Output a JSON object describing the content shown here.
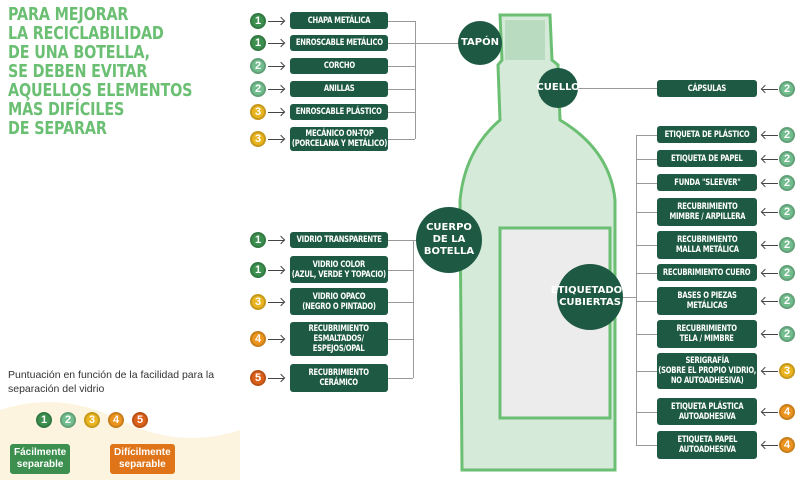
{
  "title": [
    "PARA MEJORAR",
    "LA RECICLABILIDAD",
    "DE UNA BOTELLA,",
    "SE DEBEN EVITAR",
    "AQUELLOS ELEMENTOS",
    "MÁS DIFÍCILES",
    "DE SEPARAR"
  ],
  "score_colors": {
    "1": "#3c8f4e",
    "2": "#72bd8d",
    "3": "#e9b420",
    "4": "#eb9420",
    "5": "#db611b"
  },
  "groups": {
    "tapon": {
      "label": "TAPÓN",
      "items": [
        {
          "label": "CHAPA METÁLICA",
          "score": 1
        },
        {
          "label": "ENROSCABLE METÁLICO",
          "score": 1
        },
        {
          "label": "CORCHO",
          "score": 2
        },
        {
          "label": "ANILLAS",
          "score": 2
        },
        {
          "label": "ENROSCABLE PLÁSTICO",
          "score": 3
        },
        {
          "label": "MECÁNICO ON-TOP\n(PORCELANA Y METÁLICO)",
          "score": 3
        }
      ]
    },
    "cuello": {
      "label": "CUELLO",
      "items": [
        {
          "label": "CÁPSULAS",
          "score": 2
        }
      ]
    },
    "cuerpo": {
      "label": "CUERPO\nDE LA\nBOTELLA",
      "items": [
        {
          "label": "VIDRIO TRANSPARENTE",
          "score": 1
        },
        {
          "label": "VIDRIO COLOR\n(AZUL, VERDE Y TOPACIO)",
          "score": 1
        },
        {
          "label": "VIDRIO OPACO\n(NEGRO O PINTADO)",
          "score": 3
        },
        {
          "label": "RECUBRIMIENTO\nESMALTADOS/\nESPEJOS/OPAL",
          "score": 4
        },
        {
          "label": "RECUBRIMIENTO\nCERÁMICO",
          "score": 5
        }
      ]
    },
    "etiquetado": {
      "label": "ETIQUETADO /\nCUBIERTAS",
      "items": [
        {
          "label": "ETIQUETA DE PLÁSTICO",
          "score": 2
        },
        {
          "label": "ETIQUETA DE PAPEL",
          "score": 2
        },
        {
          "label": "FUNDA \"SLEEVER\"",
          "score": 2
        },
        {
          "label": "RECUBRIMIENTO\nMIMBRE / ARPILLERA",
          "score": 2
        },
        {
          "label": "RECUBRIMIENTO\nMALLA METÁLICA",
          "score": 2
        },
        {
          "label": "RECUBRIMIENTO CUERO",
          "score": 2
        },
        {
          "label": "BASES O PIEZAS\nMETÁLICAS",
          "score": 2
        },
        {
          "label": "RECUBRIMIENTO\nTELA / MIMBRE",
          "score": 2
        },
        {
          "label": "SERIGRAFÍA\n(SOBRE EL PROPIO VIDRIO,\nNO AUTOADHESIVA)",
          "score": 3
        },
        {
          "label": "ETIQUETA PLÁSTICA\nAUTOADHESIVA",
          "score": 4
        },
        {
          "label": "ETIQUETA PAPEL\nAUTOADHESIVA",
          "score": 4
        }
      ]
    }
  },
  "legend": {
    "text": "Puntuación en función de la facilidad para la separación del vidrio",
    "scores": [
      1,
      2,
      3,
      4,
      5
    ],
    "easy": "Fácilmente\nseparable",
    "hard": "Difícilmente\nseparable"
  }
}
